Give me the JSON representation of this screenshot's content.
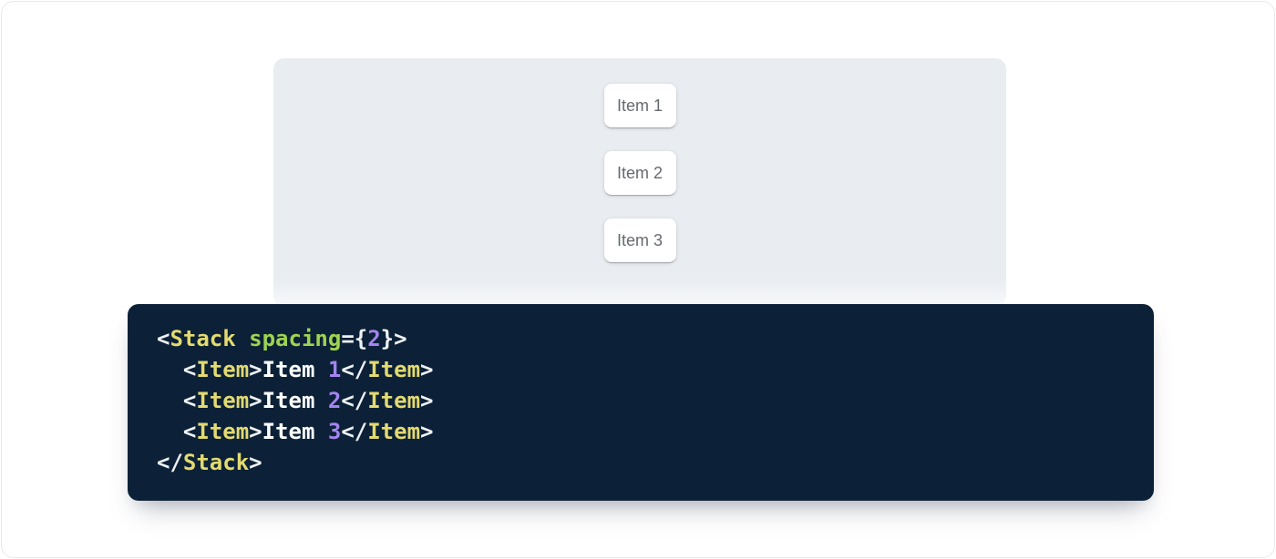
{
  "colors": {
    "page_bg": "#ffffff",
    "frame_border": "#e7e9ed",
    "panel_bg": "#e9ecf1",
    "card_bg": "#ffffff",
    "card_text": "#66696e",
    "code_bg": "#0c2137",
    "token_tag": "#e3da70",
    "token_attr": "#9fd351",
    "token_number": "#a484f0",
    "token_punct": "#eef1f4",
    "token_text": "#ffffff"
  },
  "demo": {
    "items": [
      "Item 1",
      "Item 2",
      "Item 3"
    ]
  },
  "code": {
    "lines": [
      [
        {
          "c": "punct",
          "t": "<"
        },
        {
          "c": "tag",
          "t": "Stack"
        },
        {
          "c": "text",
          "t": " "
        },
        {
          "c": "attr",
          "t": "spacing"
        },
        {
          "c": "punct",
          "t": "={"
        },
        {
          "c": "number",
          "t": "2"
        },
        {
          "c": "punct",
          "t": "}>"
        }
      ],
      [
        {
          "c": "text",
          "t": "  "
        },
        {
          "c": "punct",
          "t": "<"
        },
        {
          "c": "tag",
          "t": "Item"
        },
        {
          "c": "punct",
          "t": ">"
        },
        {
          "c": "text",
          "t": "Item "
        },
        {
          "c": "number",
          "t": "1"
        },
        {
          "c": "punct",
          "t": "</"
        },
        {
          "c": "tag",
          "t": "Item"
        },
        {
          "c": "punct",
          "t": ">"
        }
      ],
      [
        {
          "c": "text",
          "t": "  "
        },
        {
          "c": "punct",
          "t": "<"
        },
        {
          "c": "tag",
          "t": "Item"
        },
        {
          "c": "punct",
          "t": ">"
        },
        {
          "c": "text",
          "t": "Item "
        },
        {
          "c": "number",
          "t": "2"
        },
        {
          "c": "punct",
          "t": "</"
        },
        {
          "c": "tag",
          "t": "Item"
        },
        {
          "c": "punct",
          "t": ">"
        }
      ],
      [
        {
          "c": "text",
          "t": "  "
        },
        {
          "c": "punct",
          "t": "<"
        },
        {
          "c": "tag",
          "t": "Item"
        },
        {
          "c": "punct",
          "t": ">"
        },
        {
          "c": "text",
          "t": "Item "
        },
        {
          "c": "number",
          "t": "3"
        },
        {
          "c": "punct",
          "t": "</"
        },
        {
          "c": "tag",
          "t": "Item"
        },
        {
          "c": "punct",
          "t": ">"
        }
      ],
      [
        {
          "c": "punct",
          "t": "</"
        },
        {
          "c": "tag",
          "t": "Stack"
        },
        {
          "c": "punct",
          "t": ">"
        }
      ]
    ]
  }
}
